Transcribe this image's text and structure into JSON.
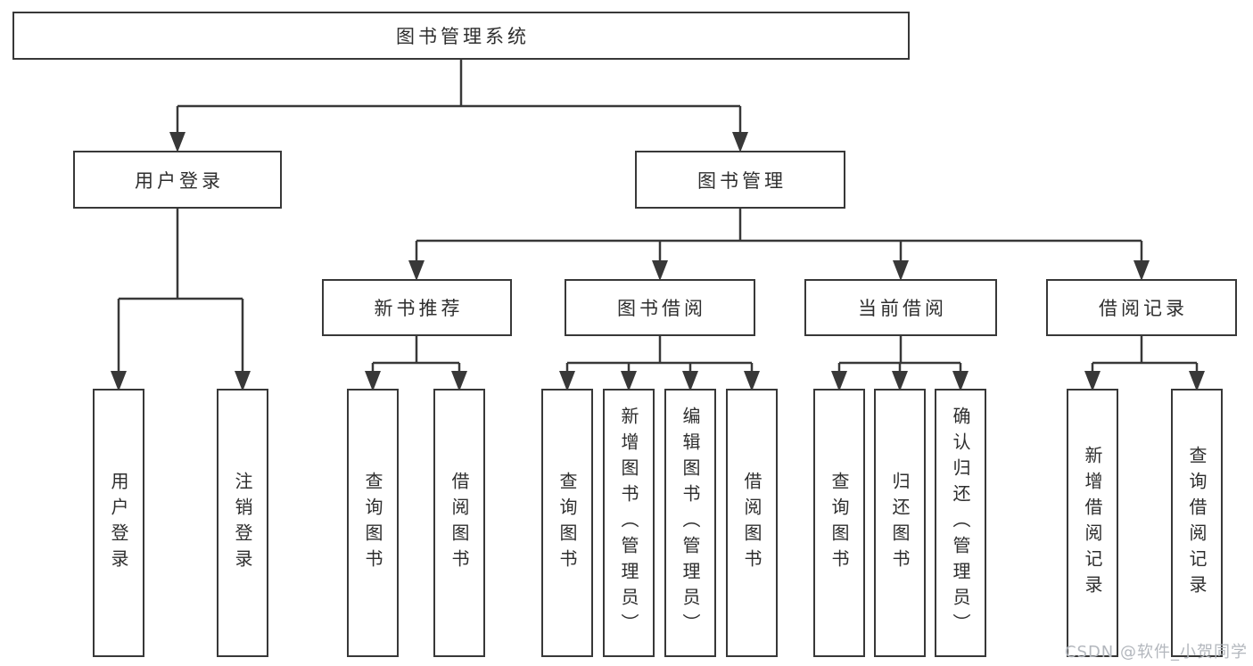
{
  "tree": {
    "root": "图书管理系统",
    "user_login": {
      "label": "用户登录",
      "leaves": [
        "用户登录",
        "注销登录"
      ]
    },
    "book_mgmt": {
      "label": "图书管理",
      "sections": {
        "new_books": {
          "label": "新书推荐",
          "leaves": [
            "查询图书",
            "借阅图书"
          ]
        },
        "book_borrow": {
          "label": "图书借阅",
          "leaves": [
            "查询图书",
            "新增图书（管理员）",
            "编辑图书（管理员）",
            "借阅图书"
          ]
        },
        "current_borrow": {
          "label": "当前借阅",
          "leaves": [
            "查询图书",
            "归还图书",
            "确认归还（管理员）"
          ]
        },
        "borrow_records": {
          "label": "借阅记录",
          "leaves": [
            "新增借阅记录",
            "查询借阅记录"
          ]
        }
      }
    }
  },
  "watermark": "CSDN @软件_小贺同学",
  "colors": {
    "background": "#ffffff",
    "line": "#383838",
    "text": "#2e2e2e",
    "watermark": "#b3b7bd"
  }
}
